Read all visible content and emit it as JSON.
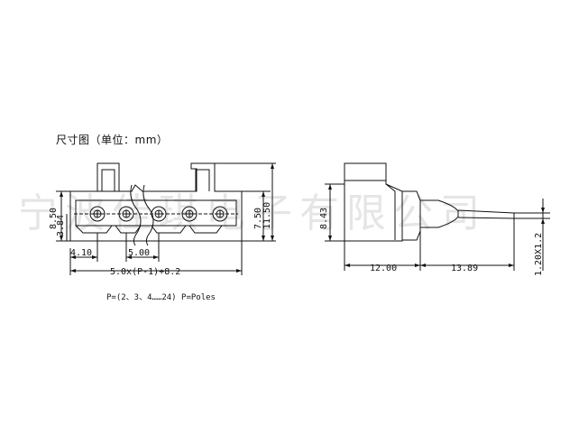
{
  "title": "尺寸图（单位：mm）",
  "watermark": "宁波佳琪电子有限公司",
  "formula": "P=(2、3、4……24) P=Poles",
  "dimensions": {
    "front_height_outer": "8.50",
    "front_height_inner": "3.84",
    "front_height_right_inner": "7.50",
    "front_height_right_outer": "11.50",
    "edge_to_first_pin": "4.10",
    "pitch": "5.00",
    "total_width": "5.0x(P-1)+8.2",
    "side_height": "8.43",
    "side_body_depth": "12.00",
    "pin_length": "13.89",
    "pin_section": "1.20X1.2"
  }
}
